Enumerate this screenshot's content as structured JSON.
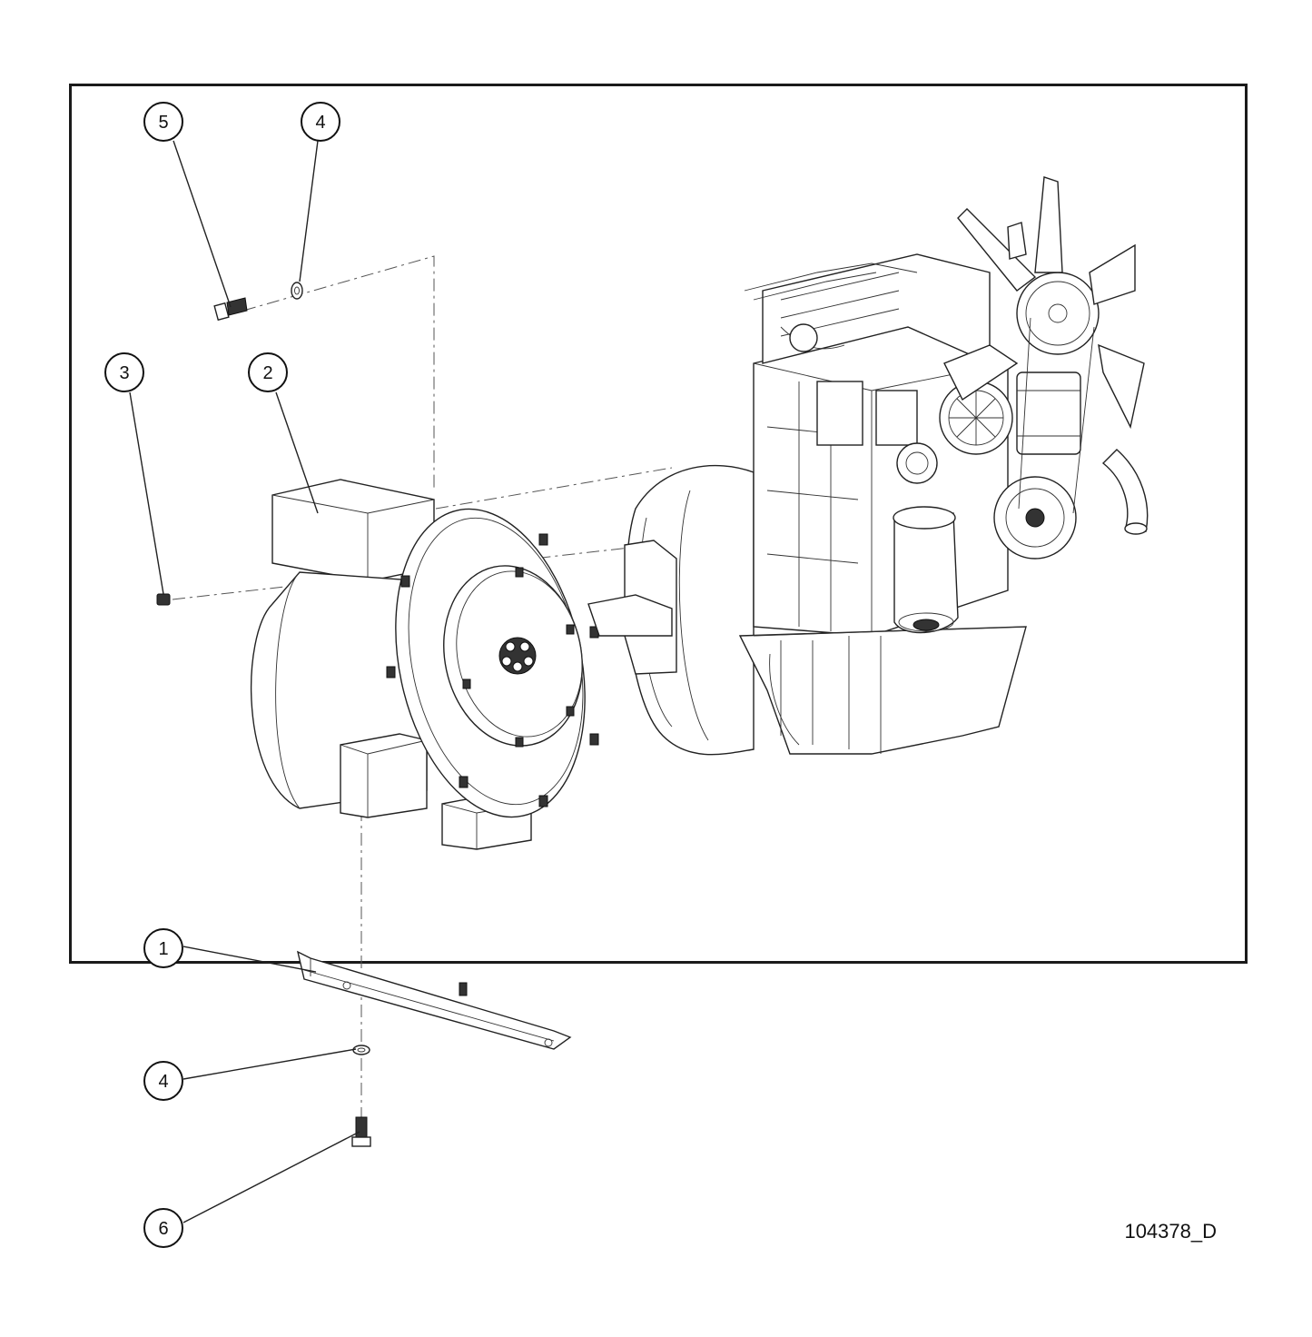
{
  "figure": {
    "reference_code": "104378_D"
  },
  "callouts": [
    {
      "id": "c5",
      "label": "5"
    },
    {
      "id": "c4a",
      "label": "4"
    },
    {
      "id": "c3",
      "label": "3"
    },
    {
      "id": "c2",
      "label": "2"
    },
    {
      "id": "c1",
      "label": "1"
    },
    {
      "id": "c4b",
      "label": "4"
    },
    {
      "id": "c6",
      "label": "6"
    }
  ],
  "colors": {
    "line": "#222222",
    "background": "#ffffff"
  }
}
